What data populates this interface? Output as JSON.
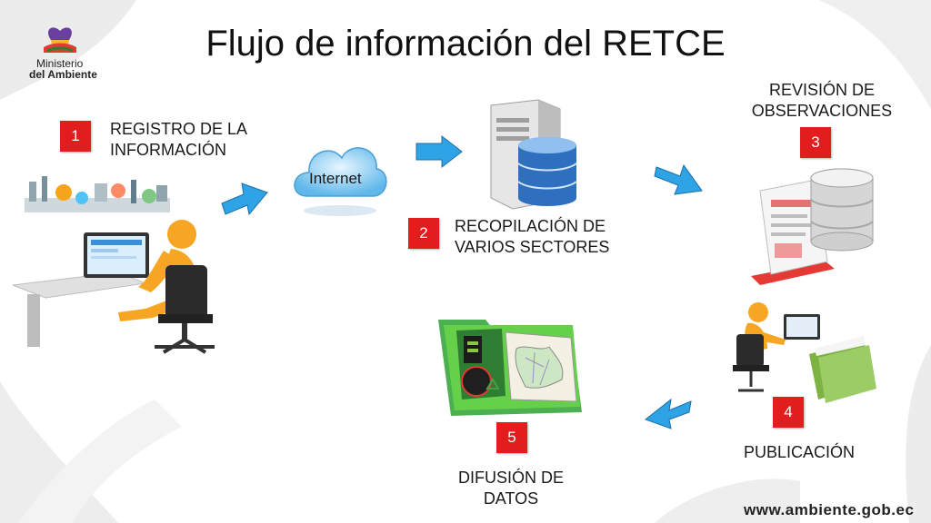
{
  "slide": {
    "title": "Flujo de información del RETCE",
    "logo": {
      "line1": "Ministerio",
      "line2": "del Ambiente"
    },
    "footer_url": "www.ambiente.gob.ec",
    "accent_color": "#e11d1d",
    "arrow_color": "#2ea3e6"
  },
  "steps": [
    {
      "number": "1",
      "label_line1": "REGISTRO DE LA",
      "label_line2": "INFORMACIÓN"
    },
    {
      "number": "2",
      "label_line1": "RECOPILACIÓN DE",
      "label_line2": "VARIOS SECTORES"
    },
    {
      "number": "3",
      "label_line1": "REVISIÓN DE",
      "label_line2": "OBSERVACIONES"
    },
    {
      "number": "4",
      "label_line1": "PUBLICACIÓN"
    },
    {
      "number": "5",
      "label_line1": "DIFUSIÓN DE",
      "label_line2": "DATOS"
    }
  ],
  "cloud_label": "Internet"
}
